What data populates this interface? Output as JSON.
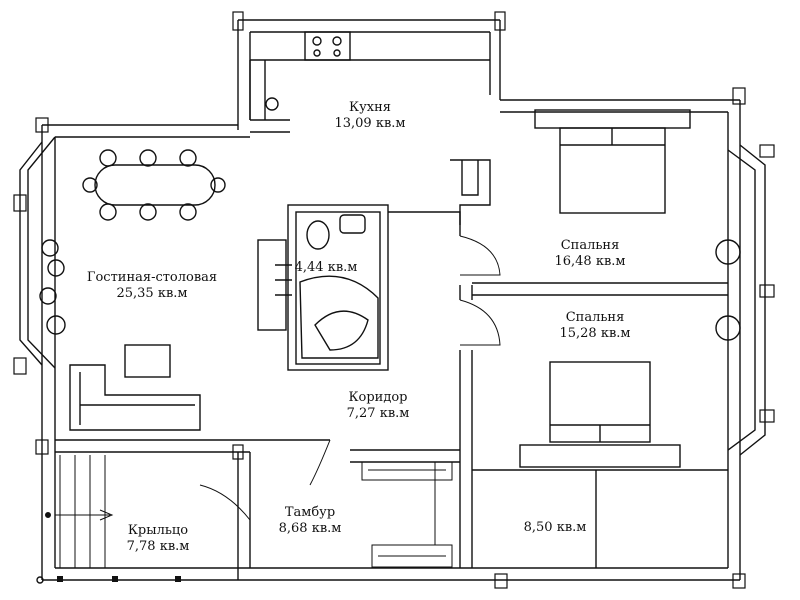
{
  "plan": {
    "rooms": [
      {
        "id": "kitchen",
        "name": "Кухня",
        "area": "13,09 кв.м"
      },
      {
        "id": "living",
        "name": "Гостиная-столовая",
        "area": "25,35 кв.м"
      },
      {
        "id": "bathroom",
        "name": "",
        "area": "4,44 кв.м"
      },
      {
        "id": "bedroom1",
        "name": "Спальня",
        "area": "16,48 кв.м"
      },
      {
        "id": "bedroom2",
        "name": "Спальня",
        "area": "15,28 кв.м"
      },
      {
        "id": "corridor",
        "name": "Коридор",
        "area": "7,27 кв.м"
      },
      {
        "id": "vestibule",
        "name": "Тамбур",
        "area": "8,68 кв.м"
      },
      {
        "id": "porch",
        "name": "Крыльцо",
        "area": "7,78 кв.м"
      },
      {
        "id": "storage",
        "name": "",
        "area": "8,50 кв.м"
      }
    ]
  }
}
